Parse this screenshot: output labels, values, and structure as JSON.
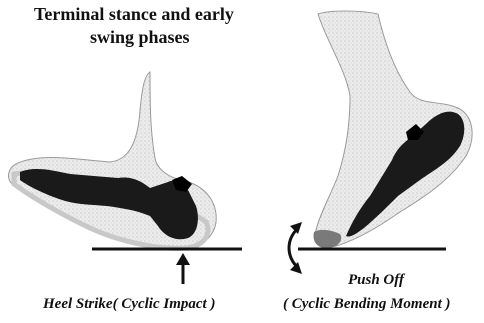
{
  "title": {
    "line1": "Terminal stance and early",
    "line2": "swing phases"
  },
  "captions": {
    "heel_strike": "Heel Strike( Cyclic Impact )",
    "push_off_line1": "Push Off",
    "push_off_line2": "( Cyclic Bending Moment )"
  },
  "colors": {
    "skin": "#e8e8e8",
    "outline": "#9a9a9a",
    "insole": "#1a1a1a",
    "ground": "#111111"
  },
  "icons": [
    "up-arrow-icon",
    "curved-double-arrow-icon"
  ]
}
